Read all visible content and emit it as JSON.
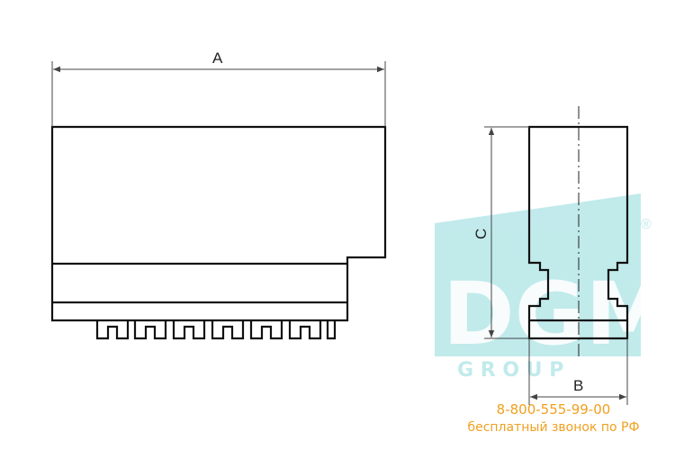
{
  "drawing": {
    "dimension_labels": {
      "a": "A",
      "b": "B",
      "c": "C"
    }
  },
  "watermark": {
    "logo_text": "DGM",
    "group_text": "G R O U P",
    "registered_mark": "®",
    "color": "#4fc3c8"
  },
  "contact": {
    "phone": "8-800-555-99-00",
    "note": "бесплатный звонок по РФ",
    "color": "#f0a020"
  }
}
